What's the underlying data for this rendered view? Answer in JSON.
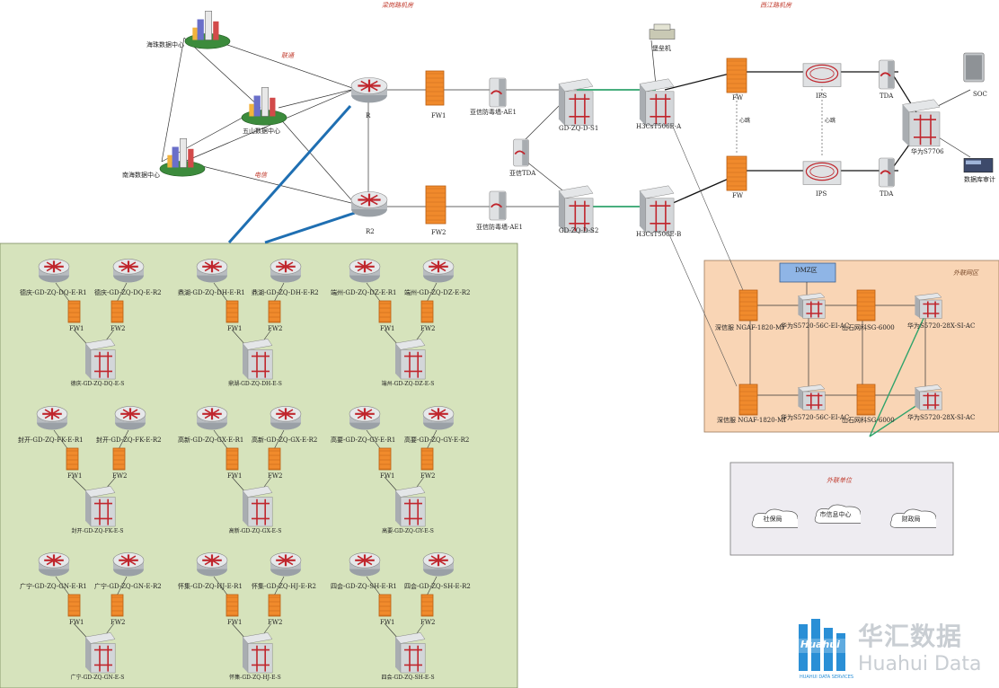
{
  "sites": {
    "room_a": "梁岗路机房",
    "room_b": "西江路机房"
  },
  "datacenters": {
    "haizhu": "海珠数据中心",
    "wushan": "五山数据中心",
    "nanhai": "南海数据中心"
  },
  "links": {
    "isp1": "联通",
    "isp2": "电信",
    "heartbeat1": "心跳",
    "heartbeat2": "心跳"
  },
  "core": {
    "r1": "R",
    "r2": "R2",
    "fw1": "FW1",
    "fw2": "FW2",
    "av1": "亚信防毒墙-AE1",
    "av2": "亚信防毒墙-AE1",
    "tda_mid": "亚信TDA",
    "sw_s1": "GD-ZQ-D-S1",
    "sw_s2": "GD-ZQ-D-S2",
    "h3c_a": "H3CsT506E-A",
    "h3c_b": "H3CsT506E-B",
    "bastion": "堡垒机",
    "fw_a": "FW",
    "fw_b": "FW",
    "ips_a": "IPS",
    "ips_b": "IPS",
    "tda_a": "TDA",
    "tda_b": "TDA",
    "huawei_core": "华为S7706",
    "soc": "SOC",
    "db_audit": "数据库审计"
  },
  "external_zone": {
    "title": "外联网区",
    "dmz": "DMZ区",
    "sangfor1": "深信服 NGAF-1820-MI",
    "sangfor2": "深信服 NGAF-1820-MI",
    "hw_sw1": "华为S5720-56C-EI-AC",
    "hw_sw2": "华为S5720-56C-EI-AC",
    "hillstone1": "山石网科SG-6000",
    "hillstone2": "山石网科SG-6000",
    "hw_sw3": "华为S5720-28X-SI-AC",
    "hw_sw4": "华为S5720-28X-SI-AC"
  },
  "partners": {
    "title": "外联单位",
    "items": [
      "社保局",
      "市信息中心",
      "财政局"
    ]
  },
  "branches": [
    {
      "r1": "德庆-GD-ZQ-DQ-E-R1",
      "r2": "德庆-GD-ZQ-DQ-E-R2",
      "fw1": "FW1",
      "fw2": "FW2",
      "sw": "德庆-GD-ZQ-DQ-E-S"
    },
    {
      "r1": "鼎湖-GD-ZQ-DH-E-R1",
      "r2": "鼎湖-GD-ZQ-DH-E-R2",
      "fw1": "FW1",
      "fw2": "FW2",
      "sw": "鼎湖-GD-ZQ-DH-E-S"
    },
    {
      "r1": "端州-GD-ZQ-DZ-E-R1",
      "r2": "端州-GD-ZQ-DZ-E-R2",
      "fw1": "FW1",
      "fw2": "FW2",
      "sw": "端州-GD-ZQ-DZ-E-S"
    },
    {
      "r1": "封开-GD-ZQ-FK-E-R1",
      "r2": "封开-GD-ZQ-FK-E-R2",
      "fw1": "FW1",
      "fw2": "FW2",
      "sw": "封开-GD-ZQ-FK-E-S"
    },
    {
      "r1": "高新-GD-ZQ-GX-E-R1",
      "r2": "高新-GD-ZQ-GX-E-R2",
      "fw1": "FW1",
      "fw2": "FW2",
      "sw": "高新-GD-ZQ-GX-E-S"
    },
    {
      "r1": "高要-GD-ZQ-GY-E-R1",
      "r2": "高要-GD-ZQ-GY-E-R2",
      "fw1": "FW1",
      "fw2": "FW2",
      "sw": "高要-GD-ZQ-GY-E-S"
    },
    {
      "r1": "广宁-GD-ZQ-GN-E-R1",
      "r2": "广宁-GD-ZQ-GN-E-R2",
      "fw1": "FW1",
      "fw2": "FW2",
      "sw": "广宁-GD-ZQ-GN-E-S"
    },
    {
      "r1": "怀集-GD-ZQ-HJ-E-R1",
      "r2": "怀集-GD-ZQ-HJ-E-R2",
      "fw1": "FW1",
      "fw2": "FW2",
      "sw": "怀集-GD-ZQ-HJ-E-S"
    },
    {
      "r1": "四会-GD-ZQ-SH-E-R1",
      "r2": "四会-GD-ZQ-SH-E-R2",
      "fw1": "FW1",
      "fw2": "FW2",
      "sw": "四会-GD-ZQ-SH-E-S"
    }
  ],
  "logo": {
    "mark": "Huahui",
    "cn": "华汇数据",
    "en": "Huahui Data",
    "sub": "HUAHUI DATA SERVICES"
  },
  "colors": {
    "branch_bg": "#d6e3bc",
    "external_bg": "#f9d5b5",
    "partner_bg": "#eeecf1",
    "blue_link": "#1f6fb2",
    "green_link": "#2fa36b",
    "label_red": "#c0392b"
  },
  "icons": {
    "router": "router-icon",
    "firewall": "firewall-icon",
    "switch": "switch-icon",
    "server": "server-icon",
    "ips": "ips-icon",
    "cloud": "cloud-icon",
    "datacenter": "datacenter-icon"
  }
}
